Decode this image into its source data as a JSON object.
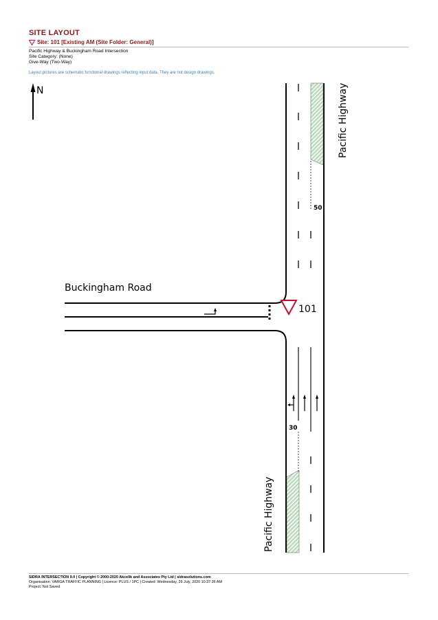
{
  "header": {
    "title": "SITE LAYOUT",
    "site_label": "Site: 101 [Existing AM (Site Folder: General)]"
  },
  "info": {
    "line1": "Pacific Highway & Buckingham Road Intersection",
    "line2": "Site Category: (None)",
    "line3": "Give-Way (Two-Way)"
  },
  "note": "Layout pictures are schematic functional drawings reflecting input data. They are not design drawings.",
  "layout": {
    "north_label": "N",
    "road_west": "Buckingham Road",
    "road_north": "Pacific Highway",
    "road_south": "Pacific Highway",
    "site_number": "101",
    "short_lane_north": "50",
    "short_lane_south": "30",
    "colors": {
      "give_way_sign": "#c8102e",
      "hatch": "#7fb07f",
      "hatch_bg": "#e6f2e6"
    }
  },
  "footer": {
    "line1": "SIDRA INTERSECTION 9.0  |  Copyright © 2000-2020 Akcelik and Associates Pty Ltd  |  sidrasolutions.com",
    "line2": "Organisation: VARGA TRAFFIC PLANNING  |  Licence: PLUS / 1PC  |  Created: Wednesday, 29 July, 2020 10:37:36 AM",
    "line3": "Project:  Not Saved"
  }
}
